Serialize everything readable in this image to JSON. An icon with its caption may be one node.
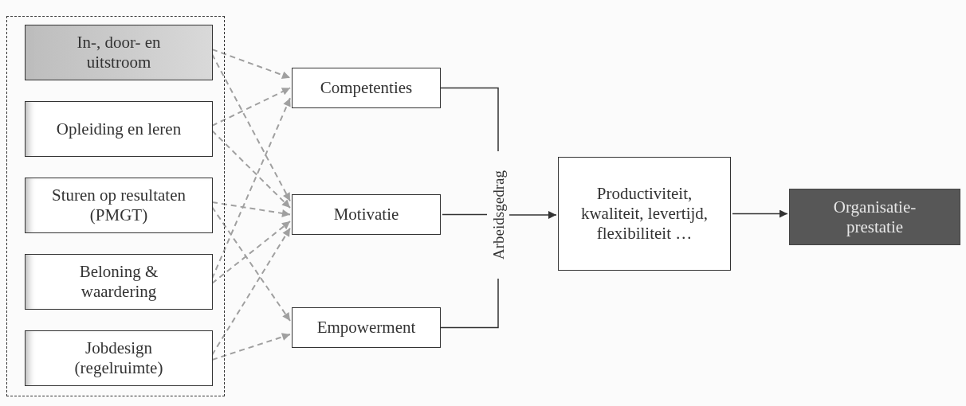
{
  "diagram": {
    "nodes": [
      {
        "text": [],
        "shape": "box"
      },
      {
        "text": [
          "In-, door- en uitstroom"
        ],
        "in": 0
      },
      {
        "text": [
          "Opleiding en leren"
        ],
        "in": 0
      },
      {
        "text": [
          "Sturen op resultaten (PMGT)"
        ],
        "in": 0
      },
      {
        "text": [
          "Beloning & waardering"
        ],
        "in": 0
      },
      {
        "text": [
          "Jobdesign (regelruimte)"
        ],
        "in": 0
      },
      {
        "text": [
          "Competenties"
        ]
      },
      {
        "text": [
          "Motivatie"
        ]
      },
      {
        "text": [
          "Empowerment"
        ]
      },
      {
        "text": [
          "Arbeidsgedrag"
        ]
      },
      {
        "text": [
          "Productiviteit, kwaliteit, levertijd, flexibiliteit …"
        ]
      },
      {
        "text": [
          "Organisatie- prestatie"
        ]
      }
    ],
    "edges": [
      {
        "from": 1,
        "to": 6,
        "arrow": "to",
        "style": "dashed"
      },
      {
        "from": 1,
        "to": 7,
        "arrow": "to",
        "style": "dashed"
      },
      {
        "from": 2,
        "to": 6,
        "arrow": "to",
        "style": "dashed"
      },
      {
        "from": 2,
        "to": 7,
        "arrow": "to",
        "style": "dashed"
      },
      {
        "from": 3,
        "to": 7,
        "arrow": "to",
        "style": "dashed"
      },
      {
        "from": 3,
        "to": 8,
        "arrow": "to",
        "style": "dashed"
      },
      {
        "from": 4,
        "to": 6,
        "arrow": "to",
        "style": "dashed"
      },
      {
        "from": 4,
        "to": 7,
        "arrow": "to",
        "style": "dashed"
      },
      {
        "from": 5,
        "to": 7,
        "arrow": "to",
        "style": "dashed"
      },
      {
        "from": 5,
        "to": 8,
        "arrow": "to",
        "style": "dashed"
      },
      {
        "from": 6,
        "to": 9,
        "arrow": "none",
        "color": "#333333"
      },
      {
        "from": 7,
        "to": 9,
        "arrow": "none",
        "color": "#333333"
      },
      {
        "from": 8,
        "to": 9,
        "arrow": "none",
        "color": "#333333"
      },
      {
        "from": 9,
        "to": 10,
        "arrow": "to",
        "color": "#333333"
      },
      {
        "from": 10,
        "to": 11,
        "arrow": "to",
        "color": "#333333"
      }
    ]
  }
}
